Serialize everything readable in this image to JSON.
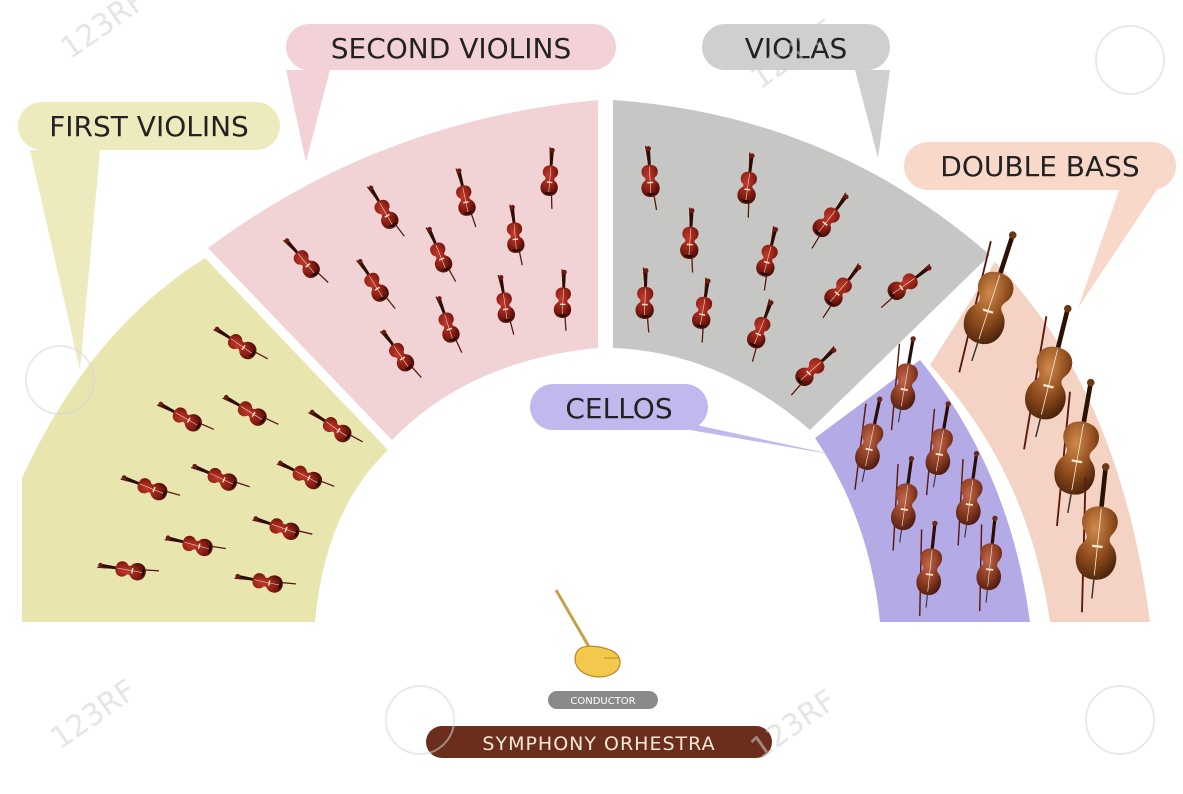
{
  "title": "SYMPHONY ORHESTRA",
  "conductor": {
    "label": "CONDUCTOR"
  },
  "sections": [
    {
      "id": "first-violins",
      "label": "FIRST VIOLINS",
      "color": "#e8e6ae",
      "tag_color": "#edebbd"
    },
    {
      "id": "second-violins",
      "label": "SECOND VIOLINS",
      "color": "#f1d2d5",
      "tag_color": "#f2d2d6"
    },
    {
      "id": "violas",
      "label": "VIOLAS",
      "color": "#c6c6c4",
      "tag_color": "#cfcfcd"
    },
    {
      "id": "cellos",
      "label": "CELLOS",
      "color": "#b4abe6",
      "tag_color": "#c1b8ee"
    },
    {
      "id": "double-bass",
      "label": "DOUBLE BASS",
      "color": "#f5d3c4",
      "tag_color": "#f7d8c9"
    }
  ],
  "watermark": "123RF",
  "colors": {
    "violin_body": "#8e1f14",
    "cello_body": "#8a3b22",
    "bass_body": "#8c4a1c",
    "title_bg": "#6b2e1c",
    "conductor_bg": "#8a8a8a"
  }
}
